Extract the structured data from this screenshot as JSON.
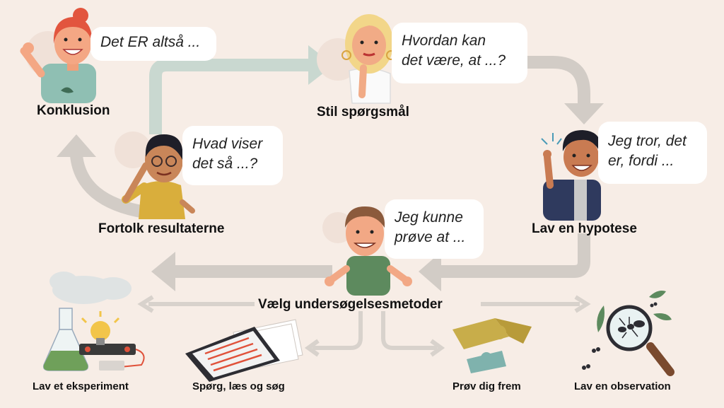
{
  "colors": {
    "background": "#f7ede6",
    "arrow_green": "#c9d8d0",
    "arrow_gray": "#d2ccc6",
    "bubble": "#ffffff",
    "label_text": "#111111"
  },
  "steps": {
    "conclusion": {
      "label": "Konklusion",
      "speech": "Det ER altså ..."
    },
    "question": {
      "label": "Stil spørgsmål",
      "speech_line1": "Hvordan kan",
      "speech_line2": "det være, at ...?"
    },
    "hypothesis": {
      "label": "Lav en hypotese",
      "speech_line1": "Jeg tror, det",
      "speech_line2": "er, fordi ..."
    },
    "methods": {
      "label": "Vælg undersøgelsesmetoder",
      "speech_line1": "Jeg kunne",
      "speech_line2": "prøve at ..."
    },
    "interpret": {
      "label": "Fortolk resultaterne",
      "speech_line1": "Hvad viser",
      "speech_line2": "det så ...?"
    }
  },
  "methods": [
    {
      "label": "Lav et eksperiment",
      "icon": "lab-experiment-icon"
    },
    {
      "label": "Spørg, læs og søg",
      "icon": "tablet-documents-icon"
    },
    {
      "label": "Prøv dig frem",
      "icon": "puzzle-icon"
    },
    {
      "label": "Lav en observation",
      "icon": "magnifier-ant-icon"
    }
  ]
}
